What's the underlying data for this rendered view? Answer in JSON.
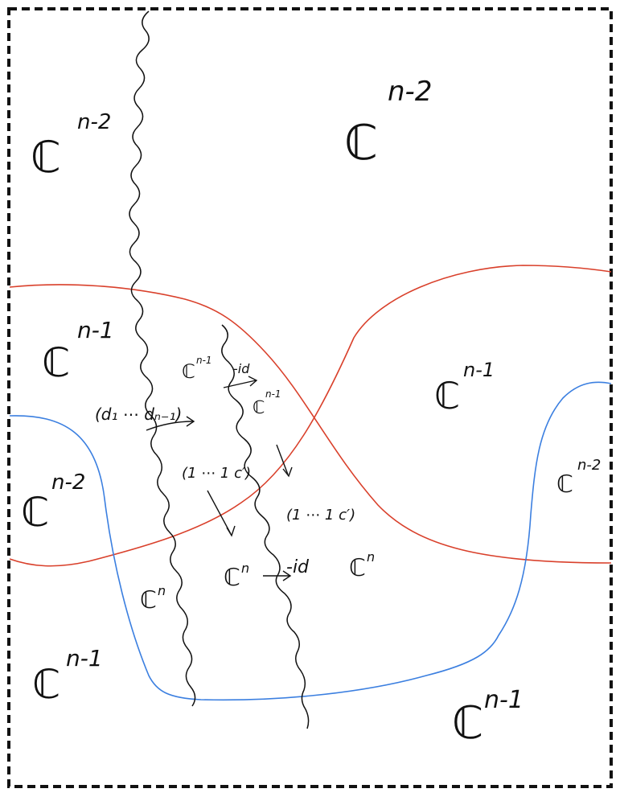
{
  "colors": {
    "ink": "#111111",
    "red_curve": "#d9402b",
    "blue_curve": "#3b7fe0",
    "border": "#111111",
    "background": "#ffffff"
  },
  "labels": {
    "top_left": {
      "base": "ℂ",
      "exp": "n-2"
    },
    "top_right": {
      "base": "ℂ",
      "exp": "n-2"
    },
    "mid_left": {
      "base": "ℂ",
      "exp": "n-1"
    },
    "mid_right": {
      "base": "ℂ",
      "exp": "n-1"
    },
    "strip_upper": {
      "base": "ℂ",
      "exp": "n-1"
    },
    "strip_upper2": {
      "base": "ℂ",
      "exp": "n-1"
    },
    "left_lower": {
      "base": "ℂ",
      "exp": "n-2"
    },
    "right_lower": {
      "base": "ℂ",
      "exp": "n-2"
    },
    "bottom_left": {
      "base": "ℂ",
      "exp": "n-1"
    },
    "bottom_right": {
      "base": "ℂ",
      "exp": "n-1"
    },
    "cn_left": {
      "base": "ℂ",
      "exp": "n"
    },
    "cn_mid": {
      "base": "ℂ",
      "exp": "n"
    },
    "cn_right": {
      "base": "ℂ",
      "exp": "n"
    },
    "map_d": "(d₁ ⋯ dₙ₋₁)",
    "map_c1": "(1 ⋯ 1 c′)",
    "map_c2": "(1 ⋯ 1 c′)",
    "id_top": "-id",
    "id_bottom": "-id"
  }
}
